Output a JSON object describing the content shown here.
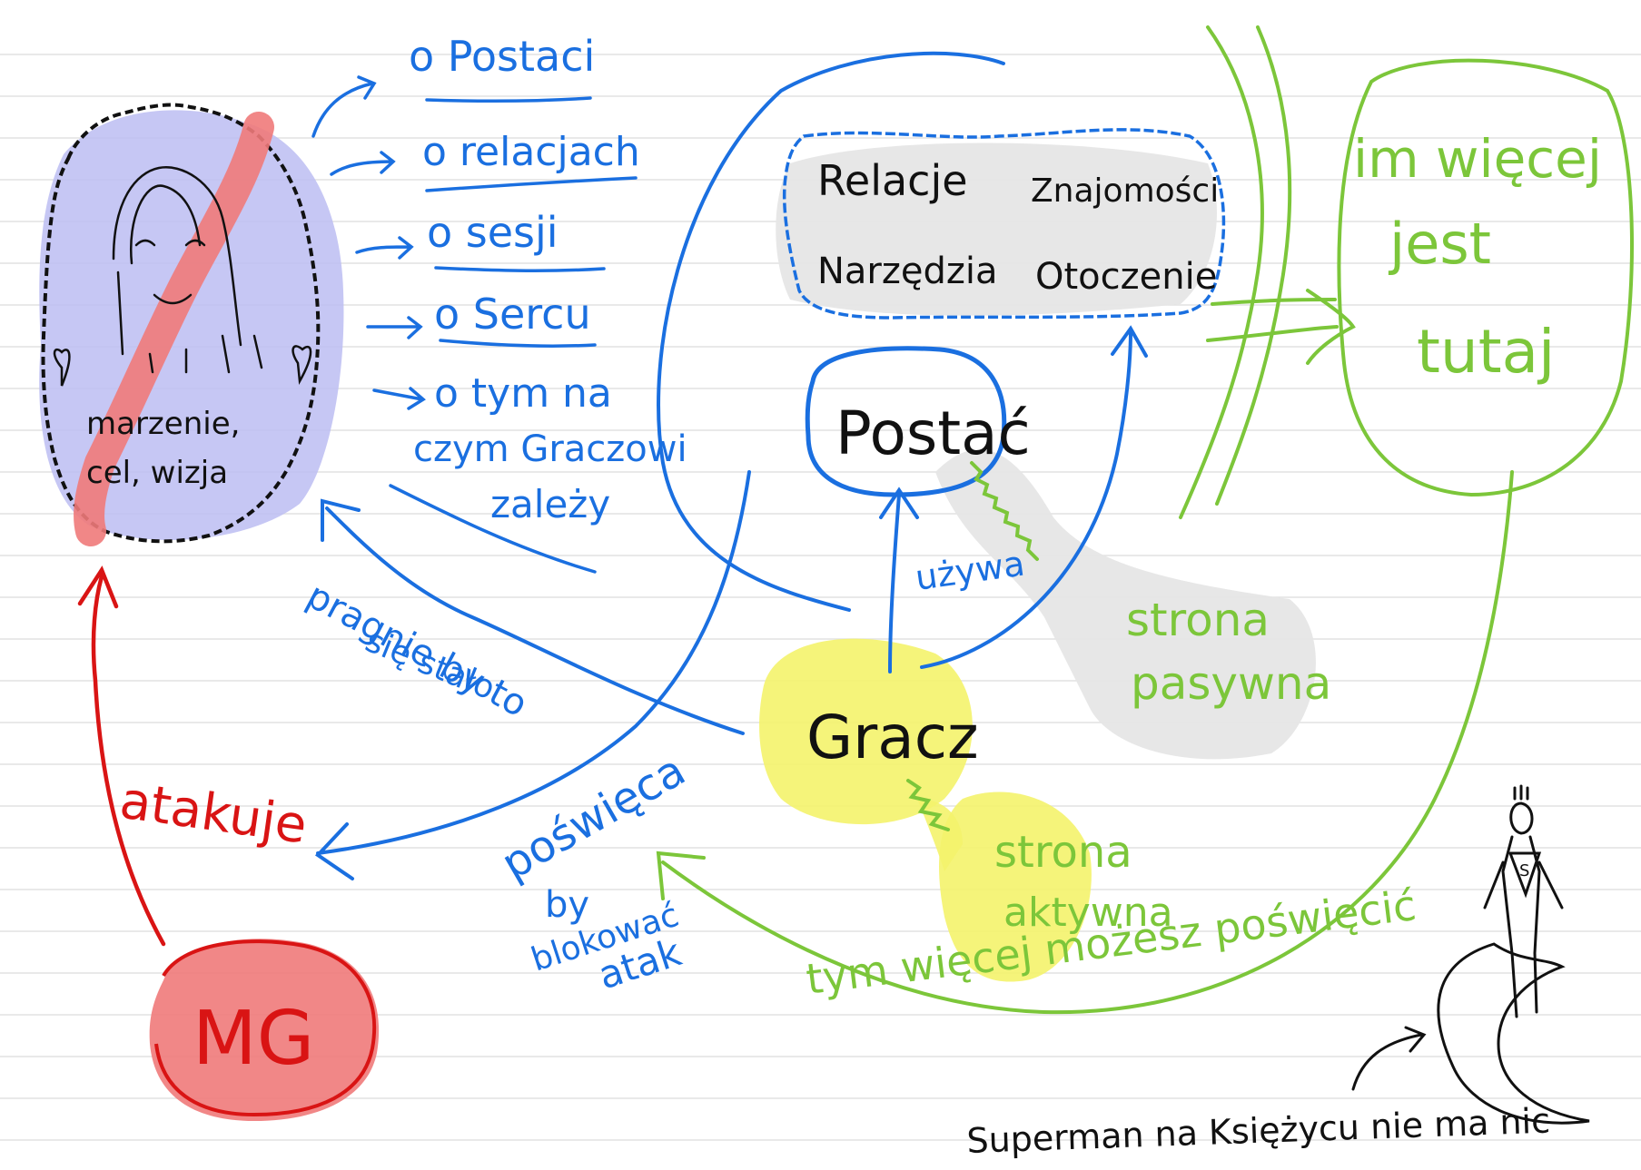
{
  "colors": {
    "blue": "#1a6fe0",
    "green": "#7cc63a",
    "red": "#d91414",
    "black": "#111111",
    "yellow": "#f4f36b",
    "lavender": "#bcbdf2",
    "pink": "#f07a7a",
    "gray": "#e6e6e6",
    "ruled_line": "#e2e2e2"
  },
  "dream_cloud": {
    "text_line1": "marzenie,",
    "text_line2": "cel, wizja",
    "icons": [
      "heart-icon",
      "heart-icon",
      "face-icon"
    ]
  },
  "about_list": {
    "items": [
      "o Postaci",
      "o relacjach",
      "o sesji",
      "o Sercu",
      "o tym na",
      "czym Graczowi",
      "zależy"
    ]
  },
  "relations_cloud": {
    "items": [
      "Relacje",
      "Znajomości",
      "Narzędzia",
      "Otoczenie"
    ]
  },
  "nodes": {
    "postac": "Postać",
    "gracz": "Gracz",
    "mg": "MG"
  },
  "labels": {
    "uzywa": "używa",
    "strona_pasywna_1": "strona",
    "strona_pasywna_2": "pasywna",
    "strona_aktywna_1": "strona",
    "strona_aktywna_2": "aktywna",
    "pragnie_1": "pragnie by to",
    "pragnie_2": "się stało",
    "poswieca_1": "poświęca",
    "poswieca_2": "by",
    "poswieca_3": "blokować",
    "poswieca_4": "atak",
    "atakuje": "atakuje",
    "im_wiecej_1": "im więcej",
    "im_wiecej_2": "jest",
    "im_wiecej_3": "tutaj",
    "tym_wiecej": "tym więcej możesz poświęcić",
    "superman": "Superman na Księżycu nie ma nic"
  }
}
